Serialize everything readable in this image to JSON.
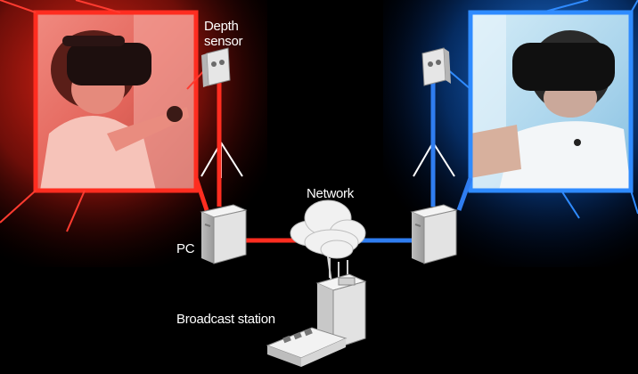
{
  "labels": {
    "depth_sensor_line1": "Depth",
    "depth_sensor_line2": "sensor",
    "network": "Network",
    "pc": "PC",
    "broadcast_station": "Broadcast station"
  },
  "colors": {
    "background": "#000000",
    "left_accent": "#ff3b30",
    "right_accent": "#2f8bff",
    "device_fill": "#e7e7e7",
    "cloud_fill": "#f1f1f1"
  },
  "icons": {
    "left_sensor": "depth-sensor-icon",
    "right_sensor": "depth-sensor-icon",
    "left_pc": "pc-tower-icon",
    "right_pc": "pc-tower-icon",
    "cloud": "cloud-icon",
    "station": "broadcast-station-icon"
  }
}
